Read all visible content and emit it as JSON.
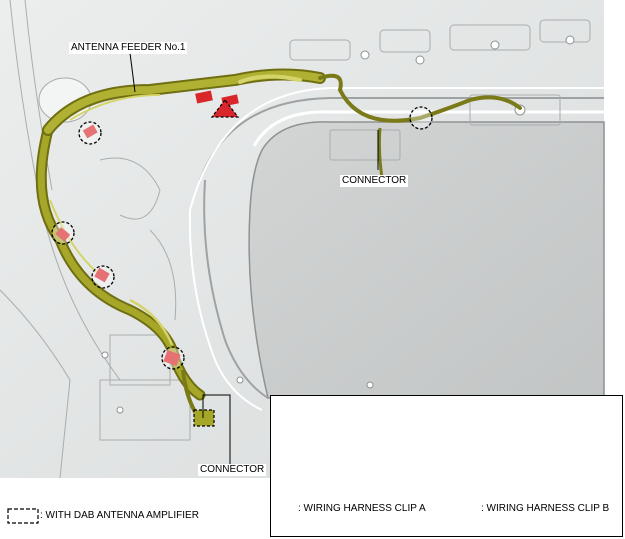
{
  "labels": {
    "feeder": "ANTENNA FEEDER No.1",
    "connector_right": "CONNECTOR",
    "connector_bottom": "CONNECTOR"
  },
  "legend": {
    "dab": ": WITH DAB ANTENNA AMPLIFIER",
    "clip_a": ": WIRING HARNESS CLIP A",
    "clip_b": ": WIRING HARNESS CLIP B"
  },
  "colors": {
    "body_panel": "#e4e6e6",
    "body_shadow": "#c6c9c9",
    "glass": "#c9cbcb",
    "harness": "#9a9a1f",
    "harness_light": "#d4d46a",
    "tape": "#d8262a"
  }
}
